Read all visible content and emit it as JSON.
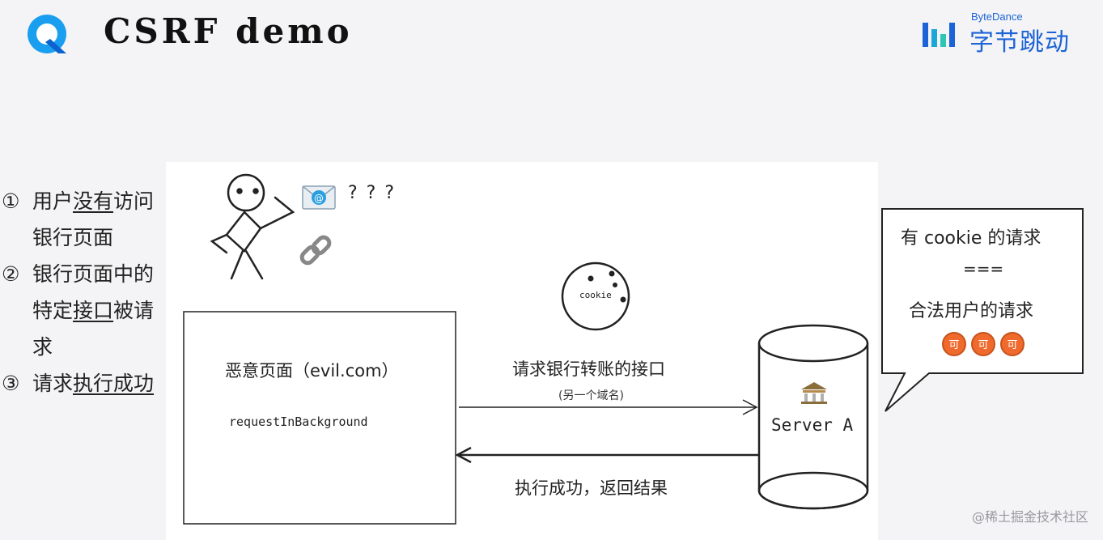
{
  "slide": {
    "title": "CSRF demo",
    "brand": {
      "en": "ByteDance",
      "cn": "字节跳动"
    },
    "watermark": "@稀土掘金技术社区"
  },
  "steps": [
    {
      "num": "①",
      "parts": [
        "用户",
        "没有",
        "访问银行页面"
      ]
    },
    {
      "num": "②",
      "parts": [
        "银行页面中的特定",
        "接口",
        "被请求"
      ]
    },
    {
      "num": "③",
      "parts": [
        "请求",
        "执行成功",
        ""
      ]
    }
  ],
  "diagram": {
    "question_marks": "? ? ?",
    "cookie_label": "cookie",
    "evil_page_label": "恶意页面（evil.com）",
    "evil_page_code": "requestInBackground",
    "request_label": "请求银行转账的接口",
    "request_sub": "(另一个域名)",
    "response_label": "执行成功，返回结果",
    "server_label": "Server A",
    "bubble_line1": "有 cookie 的请求",
    "bubble_line2": "===",
    "bubble_line3": "合法用户的请求",
    "coin_char": "可"
  },
  "colors": {
    "logo_outer": "#1a9ff0",
    "logo_inner": "#0b63d0",
    "brand": "#1b63d6",
    "coin": "#ef6a2c",
    "envelope": "#2a9fe0"
  }
}
